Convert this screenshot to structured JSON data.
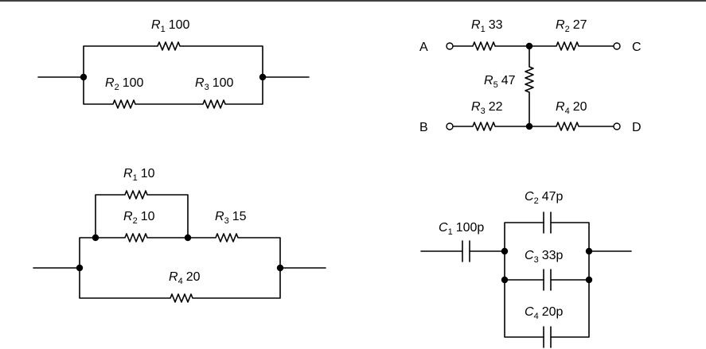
{
  "circuits": {
    "c1": {
      "r1": {
        "sym": "R",
        "sub": "1",
        "val": "100"
      },
      "r2": {
        "sym": "R",
        "sub": "2",
        "val": "100"
      },
      "r3": {
        "sym": "R",
        "sub": "3",
        "val": "100"
      }
    },
    "c2": {
      "r1": {
        "sym": "R",
        "sub": "1",
        "val": "33"
      },
      "r2": {
        "sym": "R",
        "sub": "2",
        "val": "27"
      },
      "r3": {
        "sym": "R",
        "sub": "3",
        "val": "22"
      },
      "r4": {
        "sym": "R",
        "sub": "4",
        "val": "20"
      },
      "r5": {
        "sym": "R",
        "sub": "5",
        "val": "47"
      },
      "terminals": {
        "a": "A",
        "b": "B",
        "c": "C",
        "d": "D"
      }
    },
    "c3": {
      "r1": {
        "sym": "R",
        "sub": "1",
        "val": "10"
      },
      "r2": {
        "sym": "R",
        "sub": "2",
        "val": "10"
      },
      "r3": {
        "sym": "R",
        "sub": "3",
        "val": "15"
      },
      "r4": {
        "sym": "R",
        "sub": "4",
        "val": "20"
      }
    },
    "c4": {
      "c1": {
        "sym": "C",
        "sub": "1",
        "val": "100p"
      },
      "c2": {
        "sym": "C",
        "sub": "2",
        "val": "47p"
      },
      "c3": {
        "sym": "C",
        "sub": "3",
        "val": "33p"
      },
      "c4": {
        "sym": "C",
        "sub": "4",
        "val": "20p"
      }
    }
  }
}
